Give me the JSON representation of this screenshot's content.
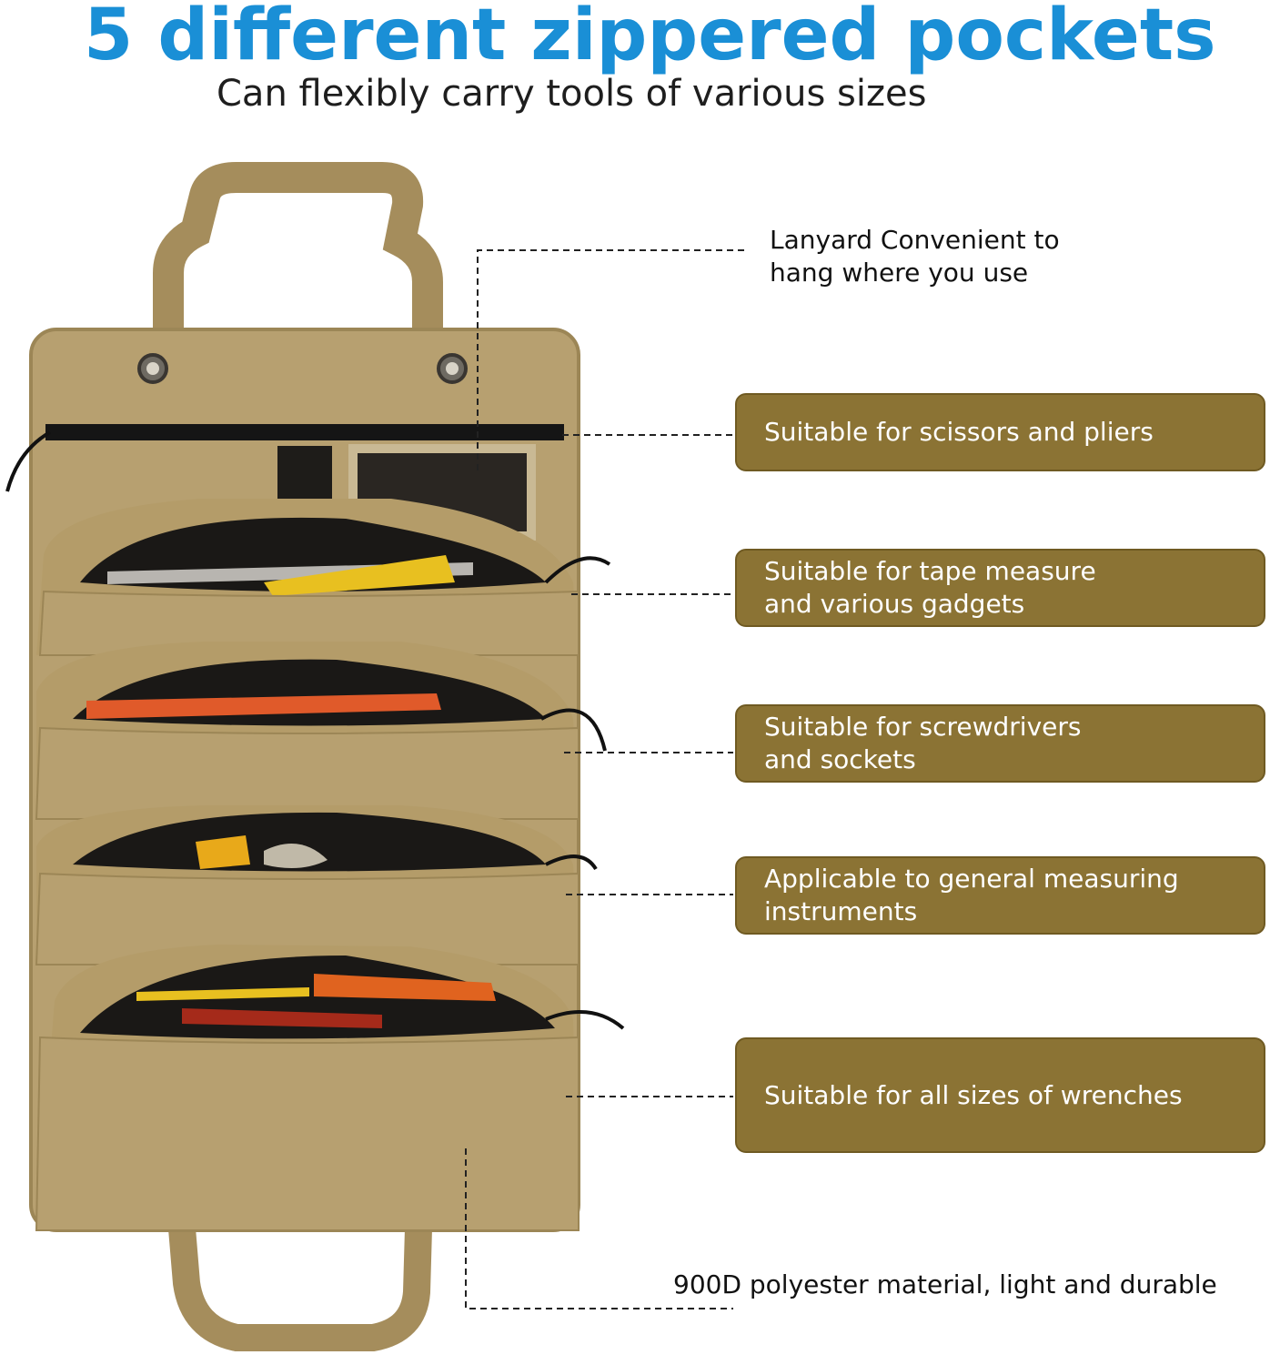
{
  "header": {
    "title": "5 different zippered pockets",
    "subtitle": "Can flexibly carry tools of various sizes"
  },
  "callouts": {
    "lanyard": "Lanyard  Convenient to\nhang where you use",
    "pocket_1": "Suitable for scissors and pliers",
    "pocket_2": "Suitable for tape measure\nand various gadgets",
    "pocket_3": "Suitable for screwdrivers\nand sockets",
    "pocket_4": "Applicable to general measuring\ninstruments",
    "pocket_5": "Suitable for all sizes of wrenches",
    "material": "900D polyester material, light and durable"
  },
  "colors": {
    "title": "#1a8fd6",
    "label_box": "#8b7334",
    "bag_fabric": "#b7a070"
  }
}
